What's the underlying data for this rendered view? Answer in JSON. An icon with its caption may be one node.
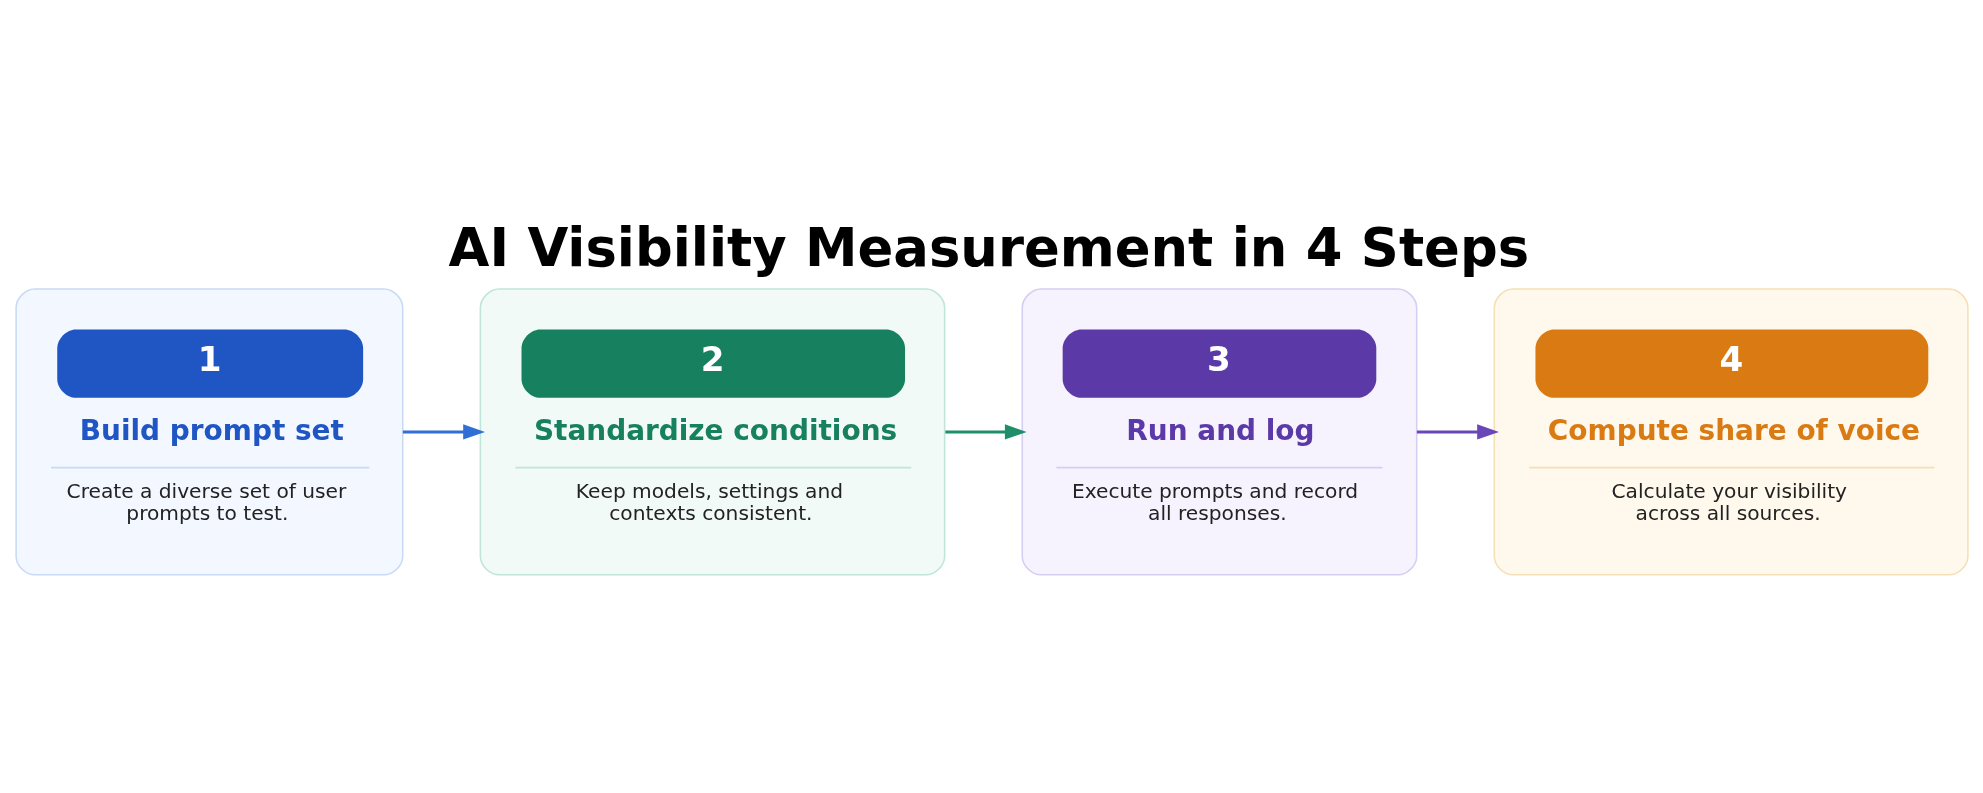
{
  "diagram": {
    "title": "AI Visibility Measurement in 4 Steps",
    "nodes": [
      {
        "text": [
          "1",
          "Build prompt set",
          "Create a diverse set of user prompts to test."
        ]
      },
      {
        "text": [
          "2",
          "Standardize conditions",
          "Keep models, settings and contexts consistent."
        ]
      },
      {
        "text": [
          "3",
          "Run and log",
          "Execute prompts and record all responses."
        ]
      },
      {
        "text": [
          "4",
          "Compute share of voice",
          "Calculate your visibility across all sources."
        ]
      }
    ],
    "edges": [
      {
        "from": 0,
        "to": 1,
        "arrow": "to",
        "color": "#2f6fd6"
      },
      {
        "from": 1,
        "to": 2,
        "arrow": "to",
        "color": "#1f8f6a"
      },
      {
        "from": 2,
        "to": 3,
        "arrow": "to",
        "color": "#6a47b8"
      }
    ]
  }
}
